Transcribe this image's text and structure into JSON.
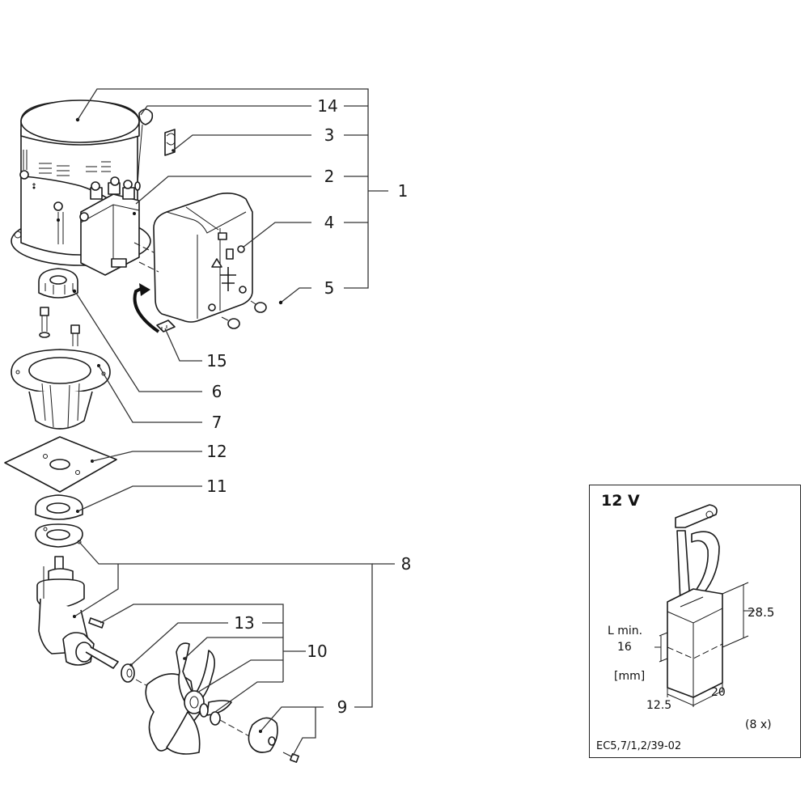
{
  "diagram": {
    "type": "exploded-parts-view",
    "callouts": [
      {
        "id": "14",
        "label": "14"
      },
      {
        "id": "3",
        "label": "3"
      },
      {
        "id": "2",
        "label": "2"
      },
      {
        "id": "1",
        "label": "1"
      },
      {
        "id": "4",
        "label": "4"
      },
      {
        "id": "5",
        "label": "5"
      },
      {
        "id": "15",
        "label": "15"
      },
      {
        "id": "6",
        "label": "6"
      },
      {
        "id": "7",
        "label": "7"
      },
      {
        "id": "12",
        "label": "12"
      },
      {
        "id": "11",
        "label": "11"
      },
      {
        "id": "8",
        "label": "8"
      },
      {
        "id": "13",
        "label": "13"
      },
      {
        "id": "10",
        "label": "10"
      },
      {
        "id": "9",
        "label": "9"
      }
    ],
    "groups": [
      {
        "parent": "1",
        "children": [
          "14",
          "3",
          "2",
          "4",
          "5"
        ]
      },
      {
        "parent": "8",
        "children": [
          "10",
          "9"
        ]
      },
      {
        "parent": "10",
        "children": [
          "13"
        ]
      }
    ]
  },
  "inset": {
    "title": "12 V",
    "part": "carbon-brush",
    "dim_height": "28.5",
    "dim_lmin_label": "L min.",
    "dim_lmin_value": "16",
    "unit": "[mm]",
    "dim_width": "20",
    "dim_depth": "12.5",
    "quantity": "(8 x)",
    "code": "EC5,7/1,2/39-02"
  }
}
